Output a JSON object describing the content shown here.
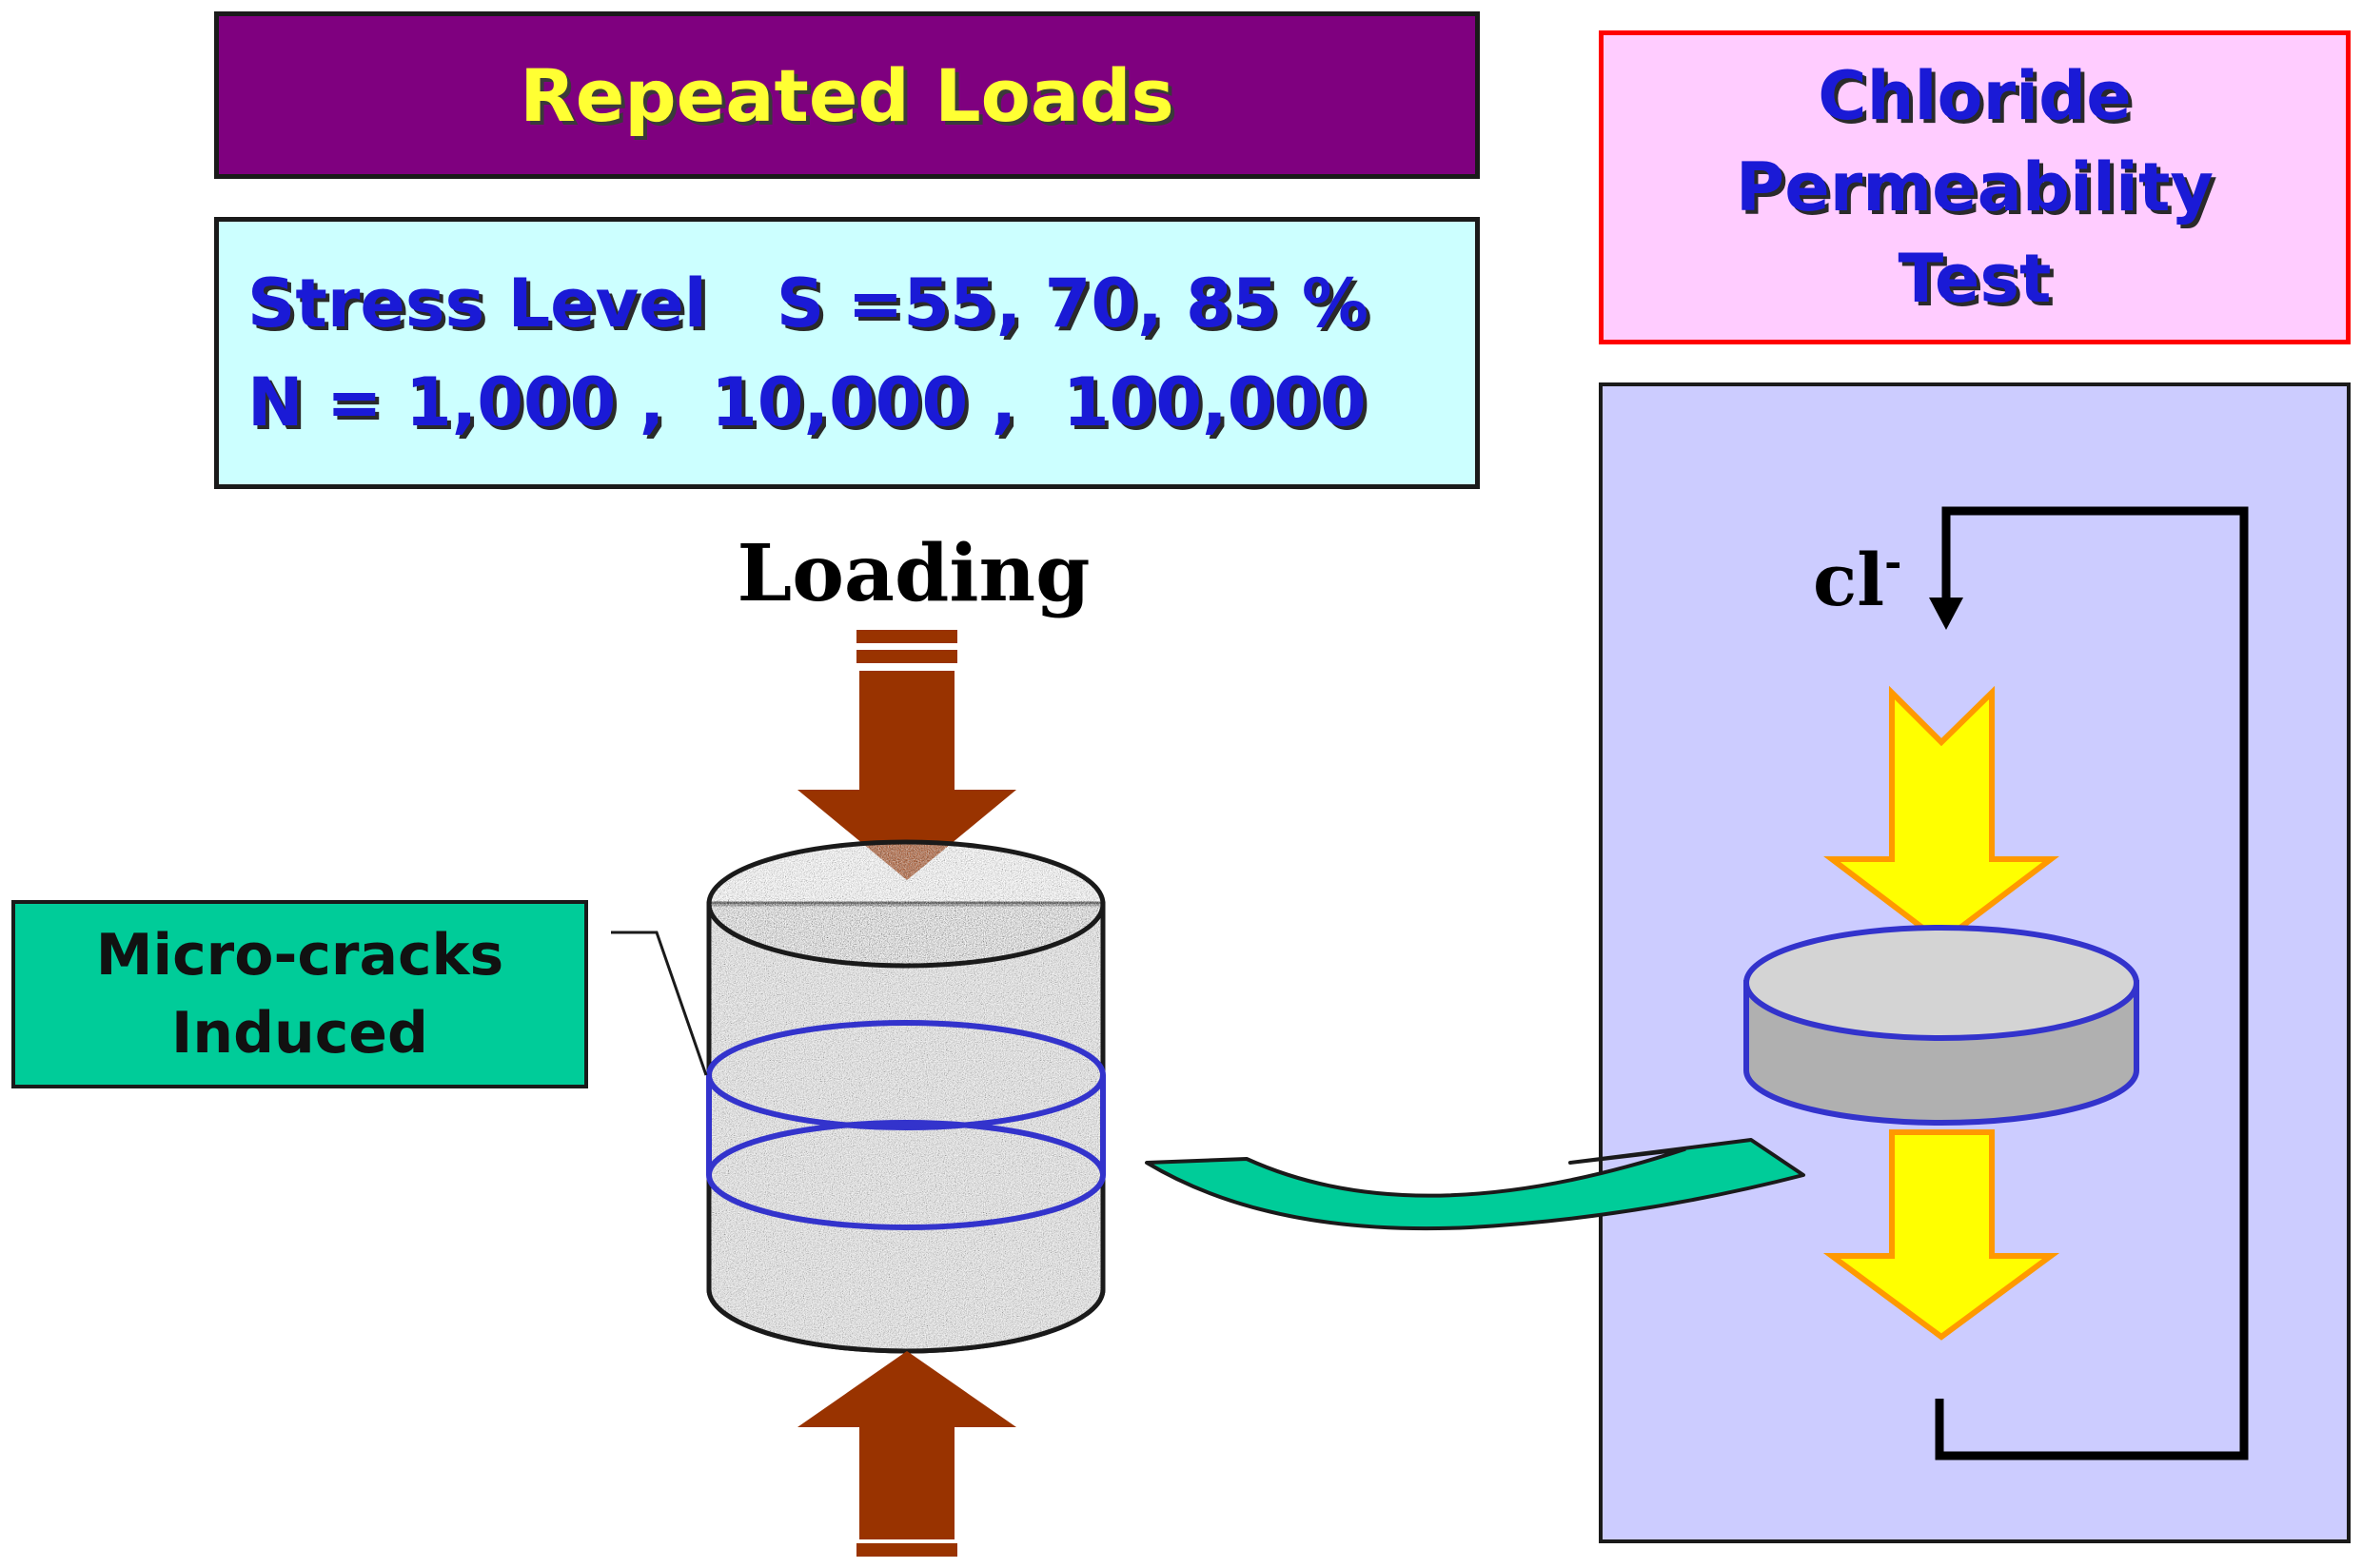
{
  "title": "Repeated Loads",
  "parameters": {
    "line1": "Stress Level   S =55, 70, 85 %",
    "line2": "N = 1,000 ,  10,000 ,  100,000"
  },
  "test": {
    "line1": "Chloride",
    "line2": "Permeability",
    "line3": "Test"
  },
  "loading_label": "Loading",
  "cracks_label": {
    "line1": "Micro-cracks",
    "line2": "Induced"
  },
  "ion_label": {
    "base": "cl",
    "sup": "-"
  },
  "colors": {
    "title_bg": "#7f007f",
    "title_text": "#ffff33",
    "params_bg": "#ccffff",
    "heading_text": "#1a1ad6",
    "test_bg": "#ffccff",
    "test_border": "#ff0000",
    "panel_bg": "#ccccff",
    "label_bg": "#00cc99",
    "load_arrow": "#993300",
    "flow_arrow": "#ffff00",
    "flow_arrow_edge": "#ff9900",
    "transfer_arrow": "#00cc99",
    "crack_ring": "#3333cc",
    "disk_top": "#d4d4d4",
    "disk_side": "#b0b0b0"
  },
  "icons": {
    "load_arrows": "load-arrow",
    "cylinder": "concrete-cylinder",
    "disk": "specimen-disk",
    "flow": "chloride-flow-arrow",
    "transfer": "transfer-arrow",
    "circuit": "circuit-loop"
  }
}
